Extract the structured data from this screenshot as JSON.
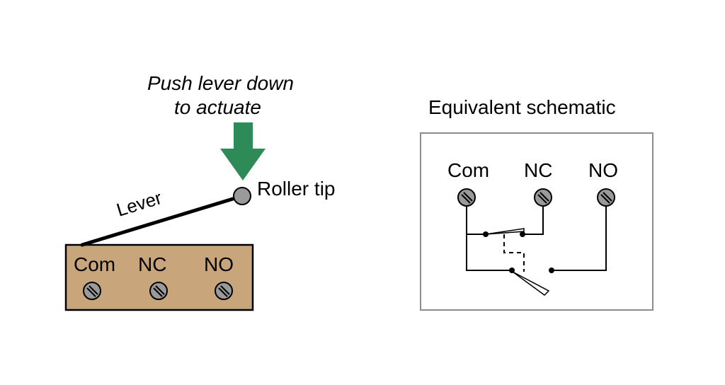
{
  "actuation": {
    "line1": "Push lever down",
    "line2": "to actuate",
    "arrow_color": "#2e8b57",
    "arrow_icon": "down-arrow-icon"
  },
  "lever": {
    "label": "Lever",
    "roller_label": "Roller tip"
  },
  "switch_body": {
    "color": "#c8a57a",
    "terminals": [
      "Com",
      "NC",
      "NO"
    ]
  },
  "schematic": {
    "title": "Equivalent schematic",
    "terminals": [
      "Com",
      "NC",
      "NO"
    ]
  }
}
